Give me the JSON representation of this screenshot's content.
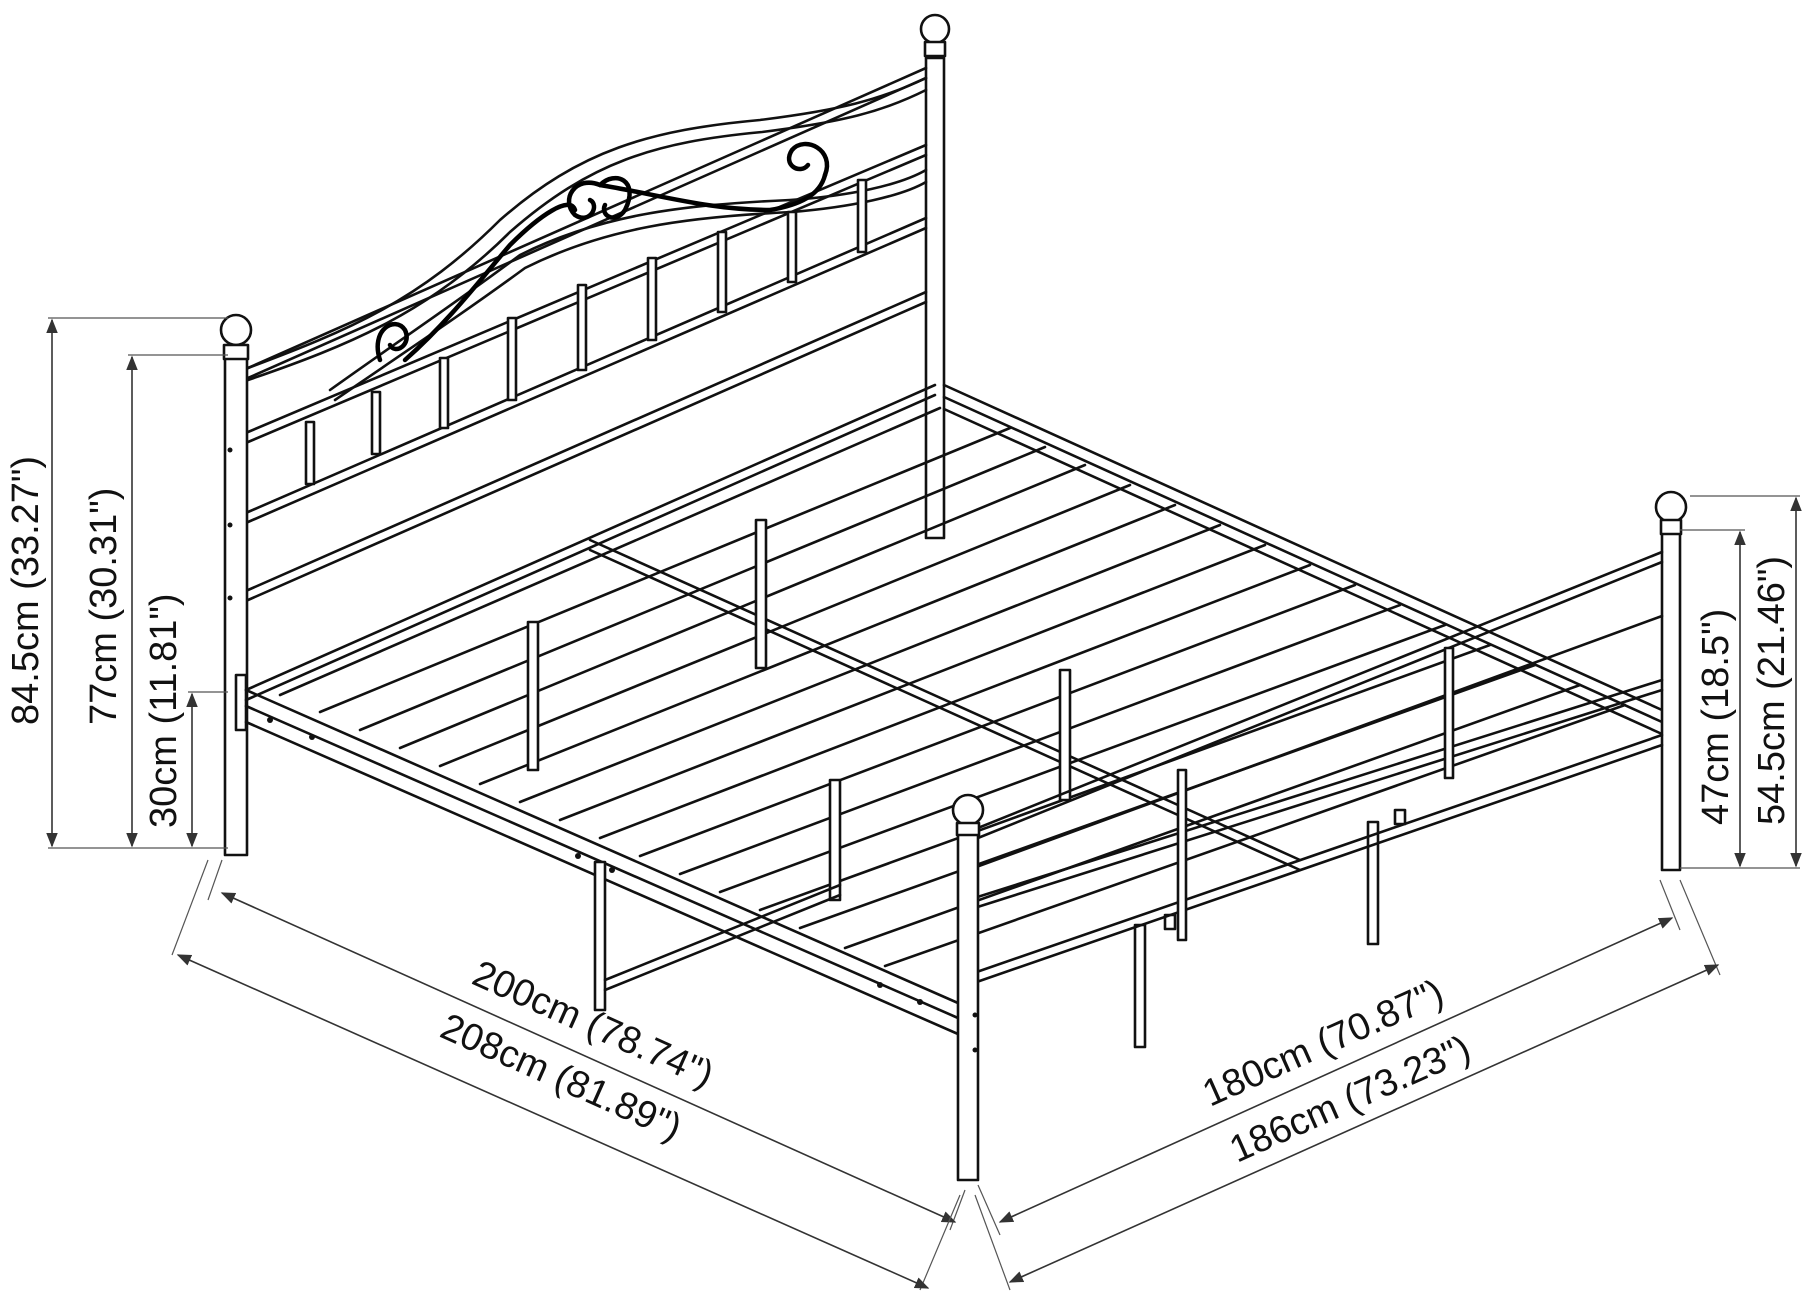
{
  "diagram": {
    "dimensions": {
      "headboard_height": "84.5cm (33.27\")",
      "headboard_bar_height": "77cm (30.31\")",
      "under_bed_clearance": "30cm (11.81\")",
      "inner_length": "200cm (78.74\")",
      "outer_length": "208cm (81.89\")",
      "inner_width": "180cm (70.87\")",
      "outer_width": "186cm (73.23\")",
      "footboard_bar_height": "47cm (18.5\")",
      "footboard_height": "54.5cm (21.46\")"
    },
    "colors": {
      "line": "#111111",
      "background": "#ffffff"
    }
  }
}
